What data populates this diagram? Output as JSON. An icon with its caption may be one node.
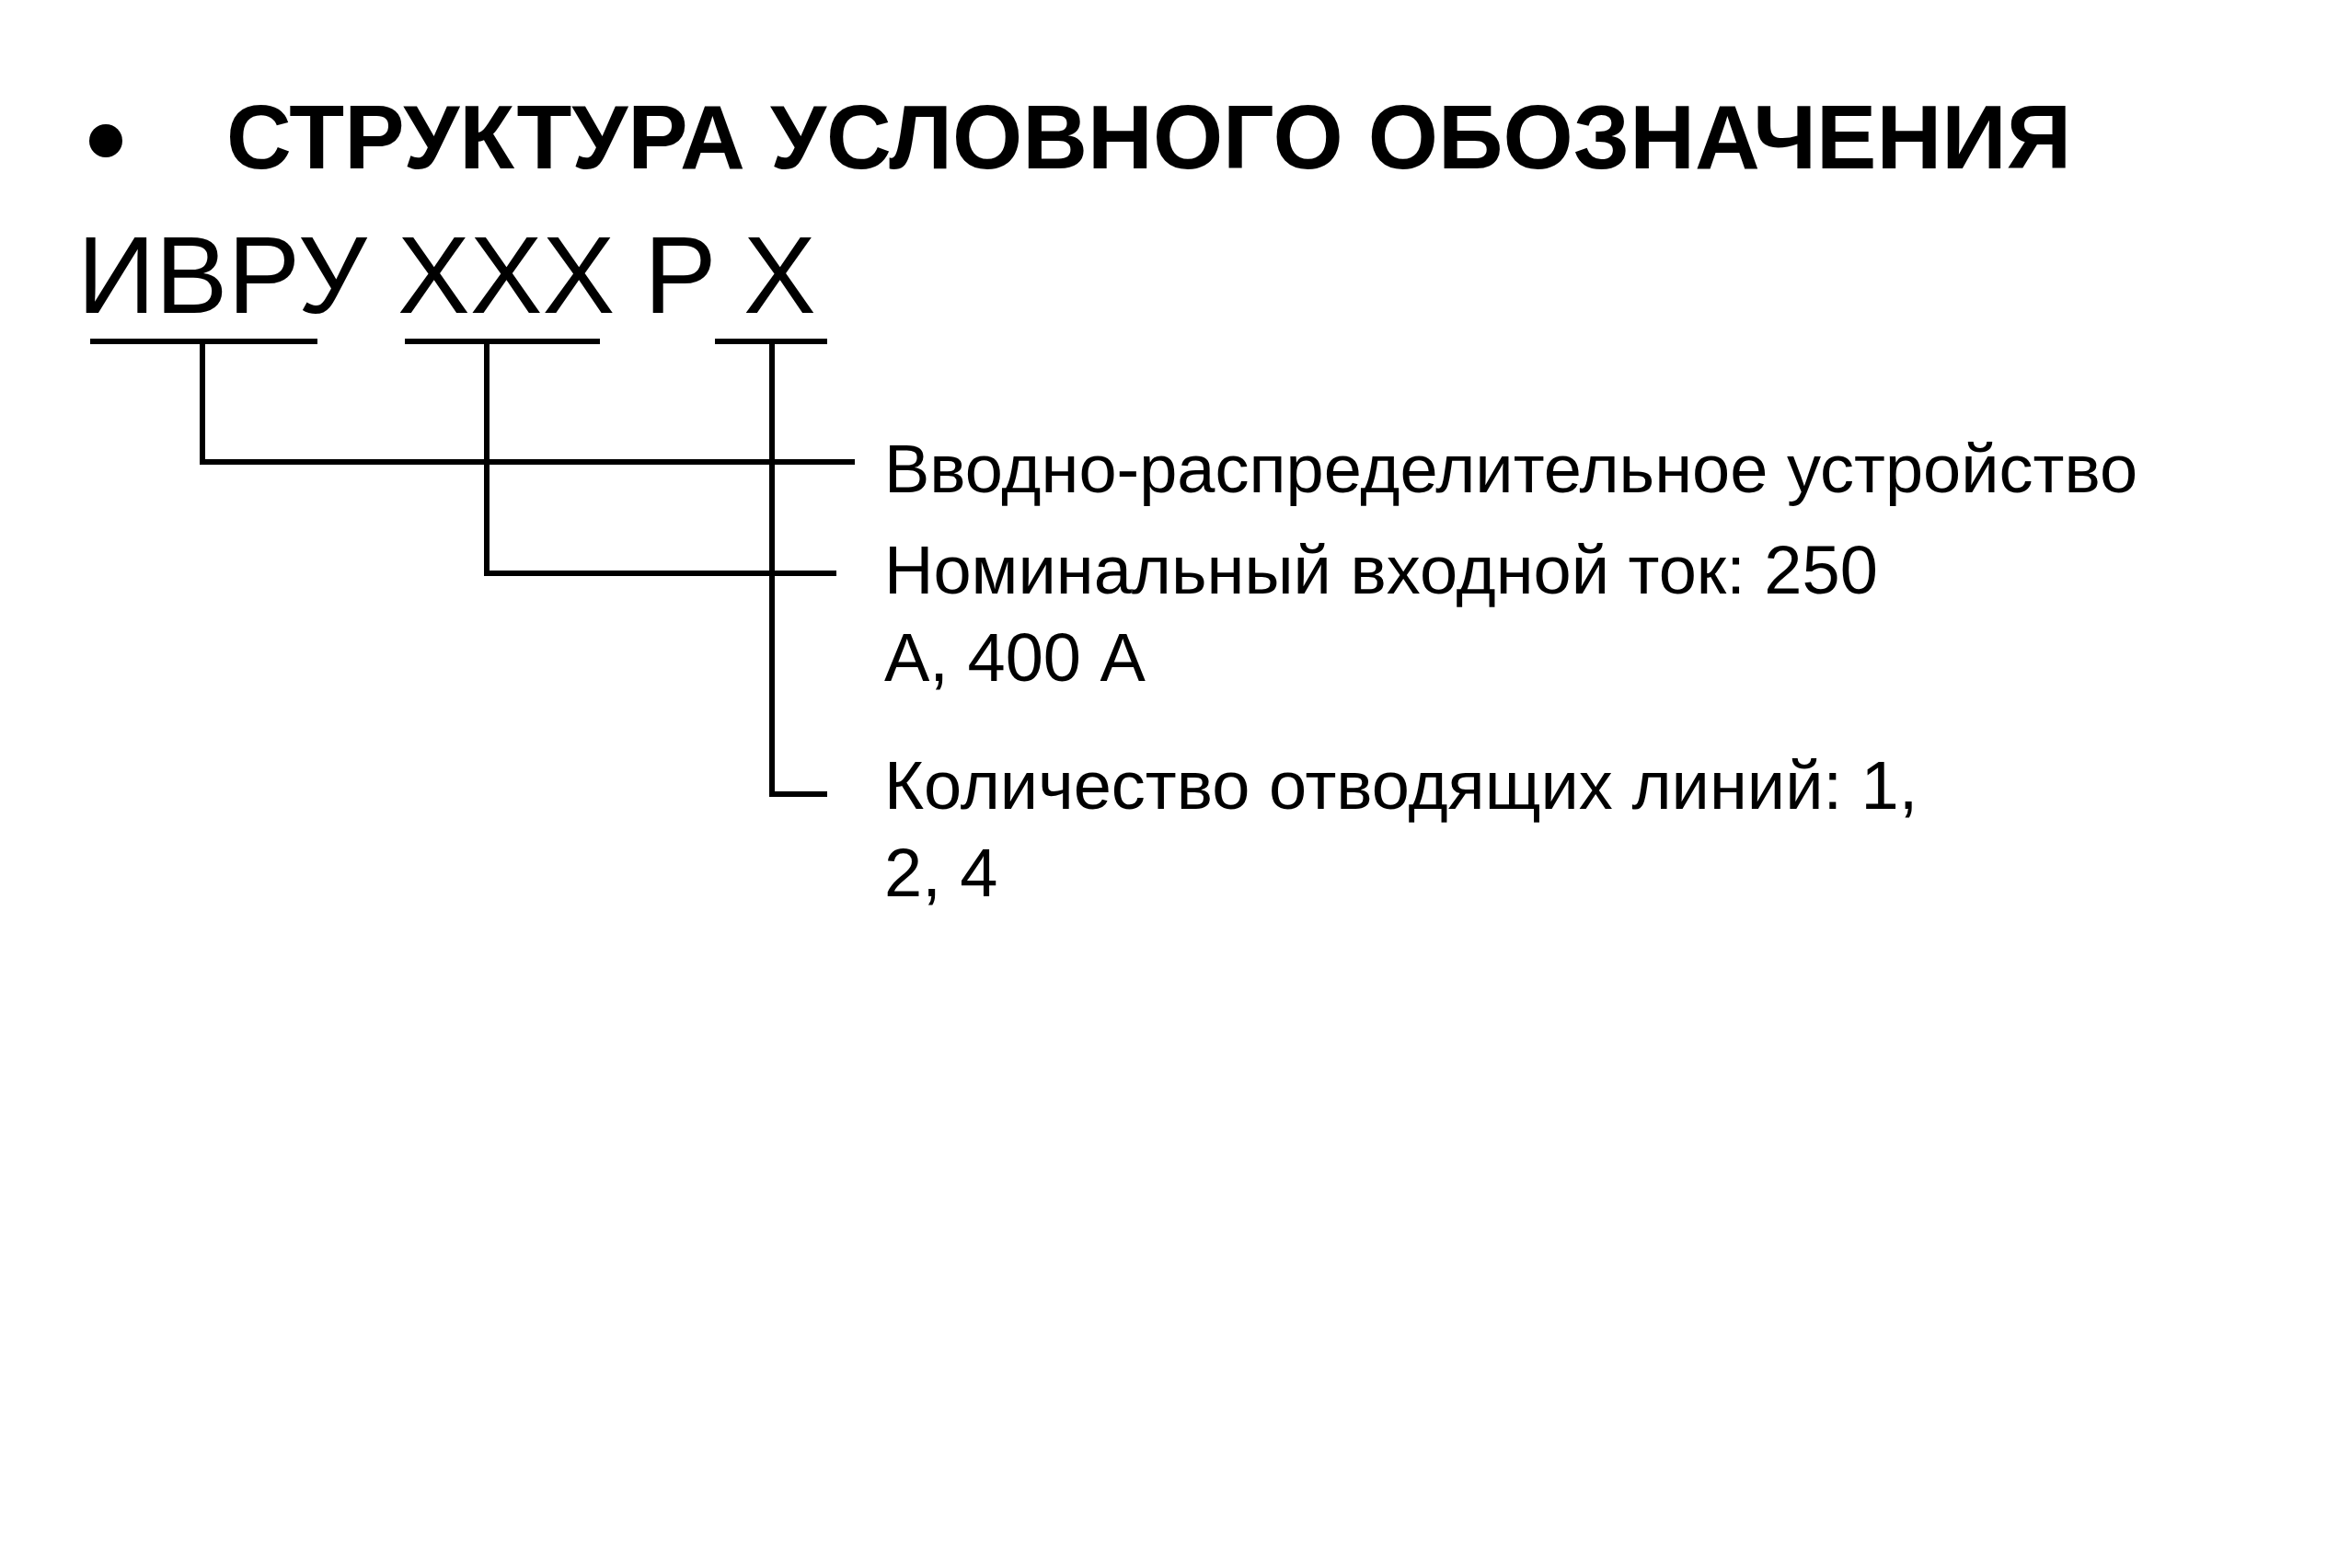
{
  "diagram": {
    "title": "СТРУКТУРА УСЛОВНОГО ОБОЗНАЧЕНИЯ",
    "nodes": [
      {
        "text": [
          "ИВРУ"
        ]
      },
      {
        "text": [
          "XXX"
        ]
      },
      {
        "text": [
          "X"
        ]
      },
      {
        "text": [
          "Вводно-распределительное устройство"
        ]
      },
      {
        "text": [
          "Номинальный входной ток: 250 А, 400 А"
        ]
      },
      {
        "text": [
          "Количество отводящих линий: 1, 2, 4"
        ]
      }
    ],
    "edges": [
      {
        "from": 0,
        "to": 3,
        "arrow": "none"
      },
      {
        "from": 1,
        "to": 4,
        "arrow": "none"
      },
      {
        "from": 2,
        "to": 5,
        "arrow": "none"
      }
    ],
    "labels": [
      "Р"
    ]
  }
}
